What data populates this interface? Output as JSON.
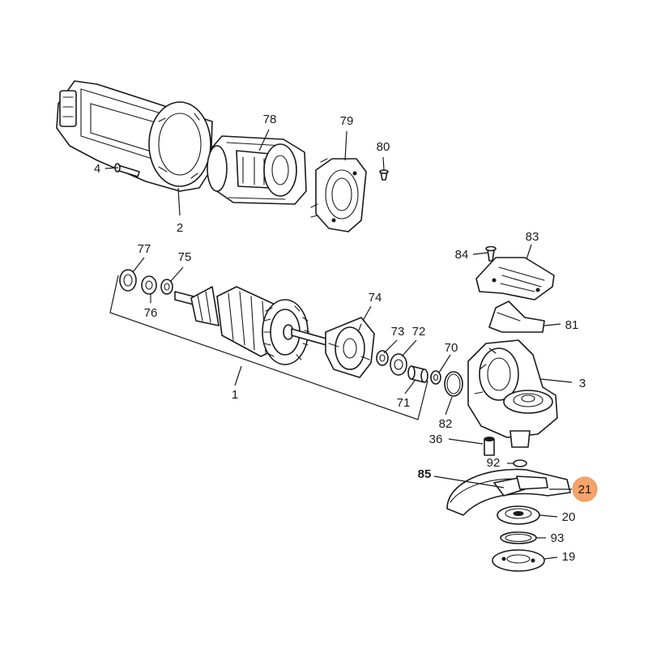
{
  "highlight_color": "#f5a36b",
  "callouts": {
    "p1": "1",
    "p2": "2",
    "p3": "3",
    "p4": "4",
    "p19": "19",
    "p20": "20",
    "p21": "21",
    "p36": "36",
    "p70": "70",
    "p71": "71",
    "p72": "72",
    "p73": "73",
    "p74": "74",
    "p75": "75",
    "p76": "76",
    "p77": "77",
    "p78": "78",
    "p79": "79",
    "p80": "80",
    "p81": "81",
    "p82": "82",
    "p83": "83",
    "p84": "84",
    "p85": "85",
    "p92": "92",
    "p93": "93"
  }
}
